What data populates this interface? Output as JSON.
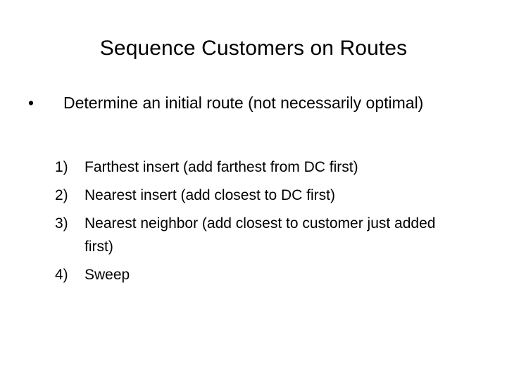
{
  "slide": {
    "title": "Sequence Customers on Routes",
    "bullets": [
      {
        "marker": "•",
        "text": "Determine an initial route (not necessarily optimal)"
      }
    ],
    "numbered_items": [
      {
        "marker": "1)",
        "text": "Farthest insert (add farthest from DC first)"
      },
      {
        "marker": "2)",
        "text": "Nearest insert (add closest to DC first)"
      },
      {
        "marker": "3)",
        "text": "Nearest neighbor (add closest to customer just added first)"
      },
      {
        "marker": "4)",
        "text": "Sweep"
      }
    ],
    "colors": {
      "background": "#ffffff",
      "text": "#000000"
    }
  }
}
